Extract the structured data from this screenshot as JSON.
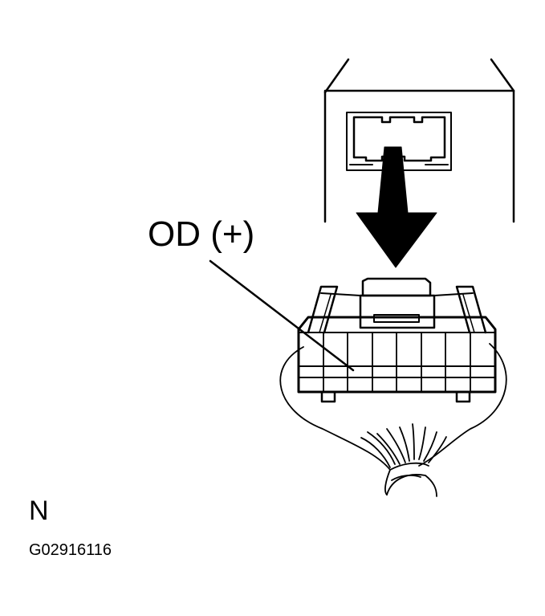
{
  "labels": {
    "terminal": "OD (+)",
    "view_letter": "N",
    "figure_code": "G02916116"
  },
  "colors": {
    "line": "#000000",
    "background": "#ffffff"
  }
}
